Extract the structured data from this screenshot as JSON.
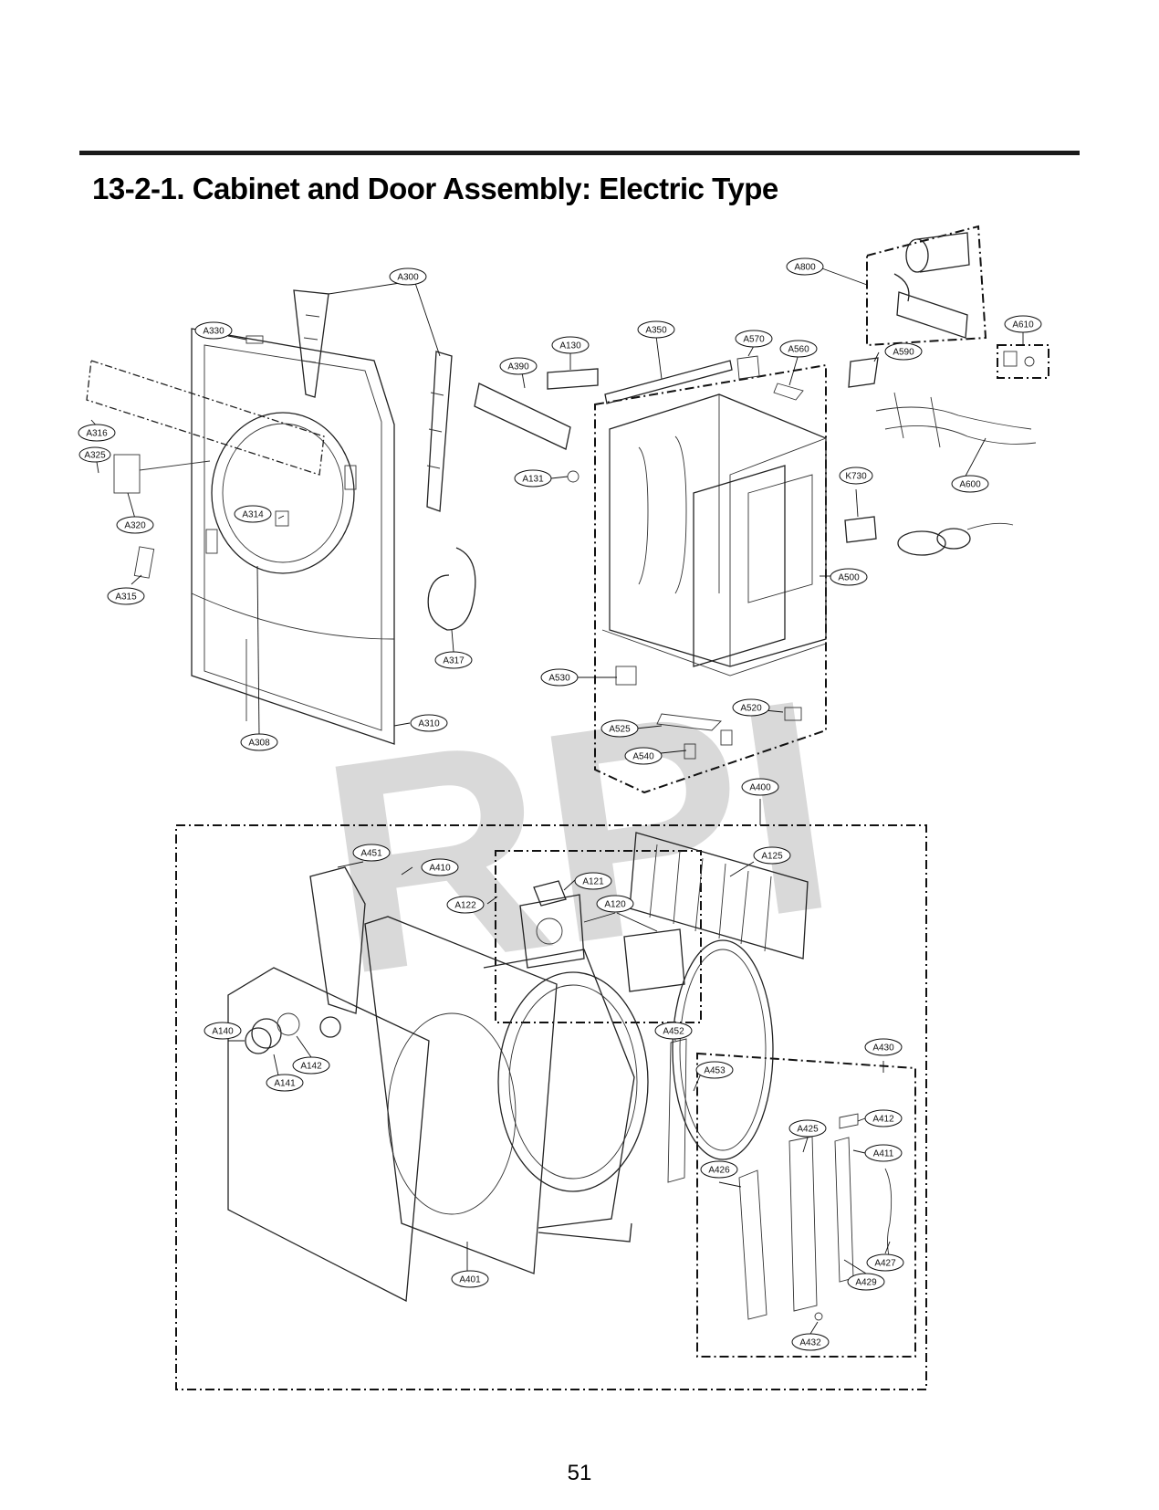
{
  "header": {
    "title": "13-2-1. Cabinet and Door Assembly: Electric Type"
  },
  "watermark": "RPI",
  "page_number": "51",
  "part_labels": [
    "A300",
    "A330",
    "A316",
    "A325",
    "A320",
    "A315",
    "A314",
    "A317",
    "A308",
    "A310",
    "A390",
    "A130",
    "A350",
    "A570",
    "A560",
    "A131",
    "A500",
    "A530",
    "A525",
    "A540",
    "A520",
    "A800",
    "A610",
    "A590",
    "A600",
    "K730",
    "A400",
    "A451",
    "A410",
    "A122",
    "A121",
    "A120",
    "A125",
    "A140",
    "A141",
    "A142",
    "A401",
    "A452",
    "A453",
    "A430",
    "A425",
    "A412",
    "A411",
    "A426",
    "A427",
    "A429",
    "A432"
  ]
}
